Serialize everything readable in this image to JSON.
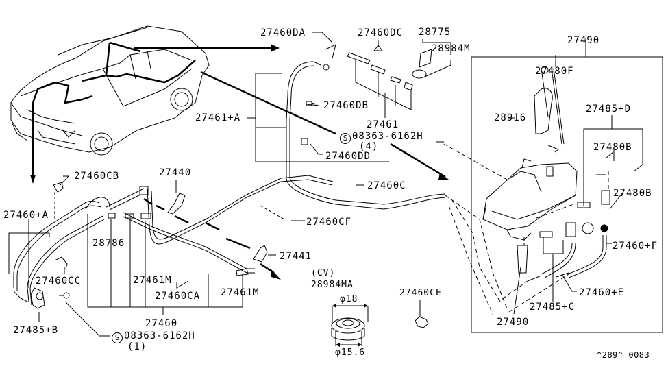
{
  "diagram": {
    "title": "Windshield washer system parts diagram",
    "reference_code": "^289^ 0083",
    "colors": {
      "line": "#000000",
      "background": "#ffffff"
    },
    "labels": {
      "p27460DA": "27460DA",
      "p27460DC": "27460DC",
      "p28775": "28775",
      "p28984M": "28984M",
      "p27490_top": "27490",
      "p27480F": "27480F",
      "p28916": "28916",
      "p27485D": "27485+D",
      "p27480B_1": "27480B",
      "p27480B_2": "27480B",
      "p27460DB": "27460DB",
      "p27461A": "27461+A",
      "p27461": "27461",
      "p08363_top": "08363-6162H",
      "p08363_top_qty": "(4)",
      "p27460DD": "27460DD",
      "p27460CB": "27460CB",
      "p27440": "27440",
      "p27460C": "27460C",
      "p27460A": "27460+A",
      "p28786": "28786",
      "p27460CF": "27460CF",
      "p27460F": "27460+F",
      "p27441": "27441",
      "p27460CC": "27460CC",
      "p27461M_1": "27461M",
      "p27461M_2": "27461M",
      "p27460CA": "27460CA",
      "p27460": "27460",
      "p27485B": "27485+B",
      "p08363_bottom": "08363-6162H",
      "p08363_bottom_qty": "(1)",
      "cv_note": "(CV)",
      "p28984MA": "28984MA",
      "dim_outer": "φ18",
      "dim_inner": "φ15.6",
      "p27460CE": "27460CE",
      "p27485C": "27485+C",
      "p27460E": "27460+E",
      "p27490_bottom": "27490",
      "screw_symbol": "S"
    }
  }
}
